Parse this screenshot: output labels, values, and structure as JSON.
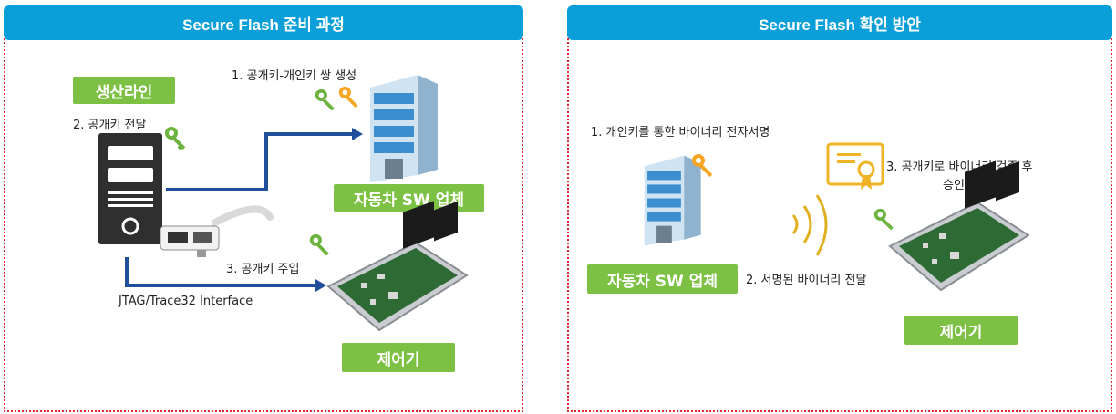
{
  "left_panel": {
    "title": "Secure Flash 준비 과정",
    "step1": "1. 공개키-개인키 쌍 생성",
    "production_line": "생산라인",
    "step2": "2. 공개키 전달",
    "vendor": "자동차 SW 업체",
    "step3": "3. 공개키 주입",
    "interface": "JTAG/Trace32 Interface",
    "controller": "제어기"
  },
  "right_panel": {
    "title": "Secure Flash 확인 방안",
    "step1": "1. 개인키를 통한 바이너리 전자서명",
    "vendor": "자동차 SW 업체",
    "step2": "2. 서명된 바이너리 전달",
    "step3_line1": "3. 공개키로 바이너리 검증 후",
    "step3_line2": "승인 및 반려",
    "controller": "제어기"
  },
  "colors": {
    "header": "#0a9fd8",
    "badge": "#7cc144",
    "border": "#e0262e",
    "arrow": "#1f4e9a",
    "key_green": "#6db33f",
    "key_orange": "#f5a623",
    "certificate": "#f0b323"
  },
  "icons": [
    "building-icon",
    "server-icon",
    "green-key-icon",
    "orange-key-icon",
    "ecu-board-icon",
    "usb-debugger-icon",
    "certificate-icon",
    "wireless-signal-icon"
  ]
}
